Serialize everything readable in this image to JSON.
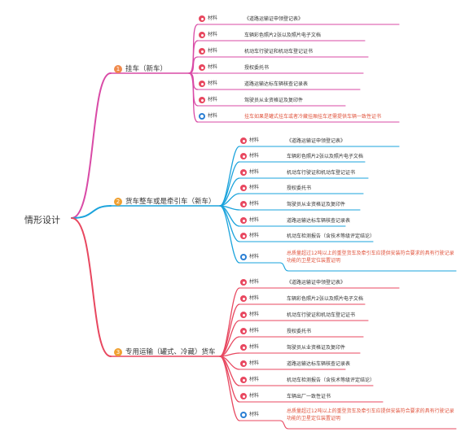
{
  "root": "情形设计",
  "tag_label": "材料",
  "colors": {
    "branch1": "#d94aa6",
    "branch2": "#1aa3dc",
    "branch3": "#e8475f",
    "note": "#e0533c"
  },
  "branches": [
    {
      "label": "挂车（新车）",
      "badge": "1",
      "items": [
        {
          "text": "《道路运输证申领登记表》",
          "icon": "red"
        },
        {
          "text": "车辆彩色照片2张以及照片电子文档",
          "icon": "red"
        },
        {
          "text": "机动车行驶证和机动车登记证书",
          "icon": "red"
        },
        {
          "text": "授权委托书",
          "icon": "red"
        },
        {
          "text": "道路运输达标车辆核查记录表",
          "icon": "red"
        },
        {
          "text": "驾驶员从业资格证及复印件",
          "icon": "red"
        },
        {
          "text": "挂车如果是罐式挂车或者冷藏挂厢挂车还需提供车辆一致性证书",
          "icon": "blue",
          "note": true
        }
      ]
    },
    {
      "label": "货车整车或是牵引车（新车）",
      "badge": "2",
      "items": [
        {
          "text": "《道路运输证申领登记表》",
          "icon": "red"
        },
        {
          "text": "车辆彩色照片2张以及照片电子文档",
          "icon": "red"
        },
        {
          "text": "机动车行驶证和机动车登记证书",
          "icon": "red"
        },
        {
          "text": "授权委托书",
          "icon": "red"
        },
        {
          "text": "驾驶员从业资格证及复印件",
          "icon": "red"
        },
        {
          "text": "道路运输达标车辆核查记录表",
          "icon": "red"
        },
        {
          "text": "机动车检测报告（含技术等级评定结论）",
          "icon": "red"
        },
        {
          "text": "总质量超过12吨以上的重型货车及牵引车应提供安装符合要求的具有行驶记录功能的卫星定位装置证明",
          "icon": "blue",
          "note": true
        }
      ]
    },
    {
      "label": "专用运输（罐式、冷藏）货车",
      "badge": "3",
      "items": [
        {
          "text": "《道路运输证申领登记表》",
          "icon": "red"
        },
        {
          "text": "车辆彩色照片2张以及照片电子文档",
          "icon": "red"
        },
        {
          "text": "机动车行驶证和机动车登记证书",
          "icon": "red"
        },
        {
          "text": "授权委托书",
          "icon": "red"
        },
        {
          "text": "驾驶员从业资格证及复印件",
          "icon": "red"
        },
        {
          "text": "道路运输达标车辆核查记录表",
          "icon": "red"
        },
        {
          "text": "机动车检测报告（含技术等级评定结论）",
          "icon": "red"
        },
        {
          "text": "车辆出厂一致性证书",
          "icon": "red"
        },
        {
          "text": "总质量超过12吨以上的重型货车及牵引车应提供安装符合要求的具有行驶记录功能的卫星定位装置证明",
          "icon": "blue",
          "note": true
        }
      ]
    }
  ]
}
